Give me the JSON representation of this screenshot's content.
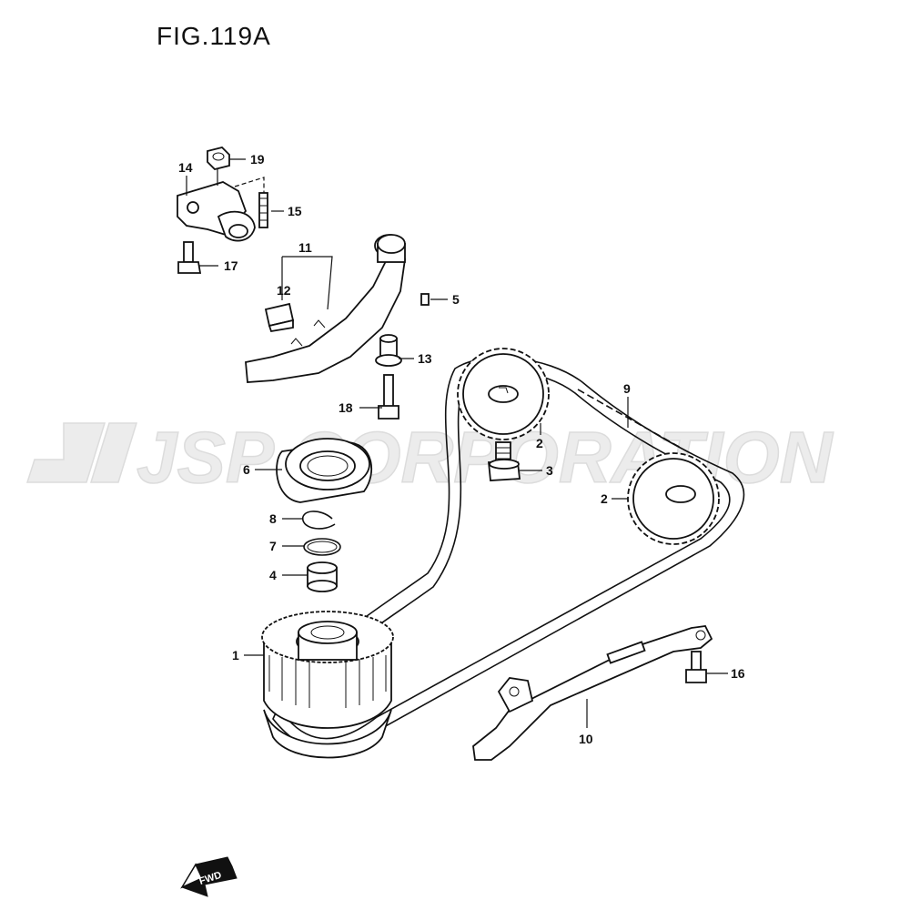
{
  "figure": {
    "title": "FIG.119A"
  },
  "watermark": {
    "text": "JSP CORPORATION",
    "color": "#ececec"
  },
  "callouts": {
    "c1": "1",
    "c2a": "2",
    "c2b": "2",
    "c3": "3",
    "c4": "4",
    "c5": "5",
    "c6": "6",
    "c7": "7",
    "c8": "8",
    "c9": "9",
    "c10": "10",
    "c11": "11",
    "c12": "12",
    "c13": "13",
    "c14": "14",
    "c15": "15",
    "c16": "16",
    "c17": "17",
    "c18": "18",
    "c19": "19"
  },
  "direction_marker": {
    "label": "FWD",
    "icon": "fwd-arrow-icon"
  }
}
